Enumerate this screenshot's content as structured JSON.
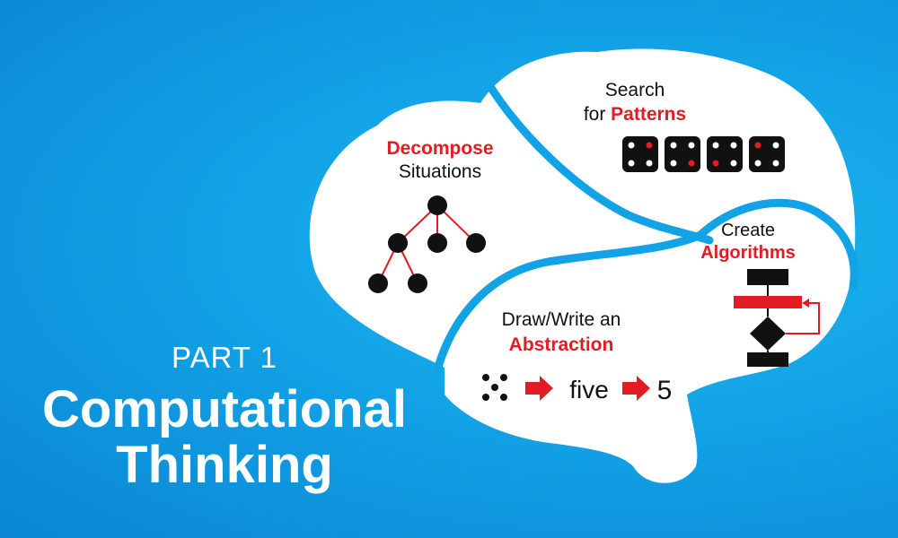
{
  "colors": {
    "background": "#12a2e6",
    "brain_fill": "#ffffff",
    "accent_red": "#e31b23",
    "ink": "#111111",
    "heading_white": "#ffffff"
  },
  "title": {
    "part": "PART 1",
    "line1": "Computational",
    "line2": "Thinking"
  },
  "sections": {
    "decompose": {
      "highlight": "Decompose",
      "rest": "Situations",
      "icon": "tree-diagram-icon"
    },
    "patterns": {
      "line1": "Search",
      "prefix": "for ",
      "highlight": "Patterns",
      "icon": "dice-pattern-icon"
    },
    "algorithms": {
      "line1": "Create",
      "highlight": "Algorithms",
      "icon": "flowchart-icon"
    },
    "abstraction": {
      "line1": "Draw/Write an",
      "highlight": "Abstraction",
      "word": "five",
      "numeral": "5",
      "icon": "abstraction-sequence-icon"
    }
  }
}
